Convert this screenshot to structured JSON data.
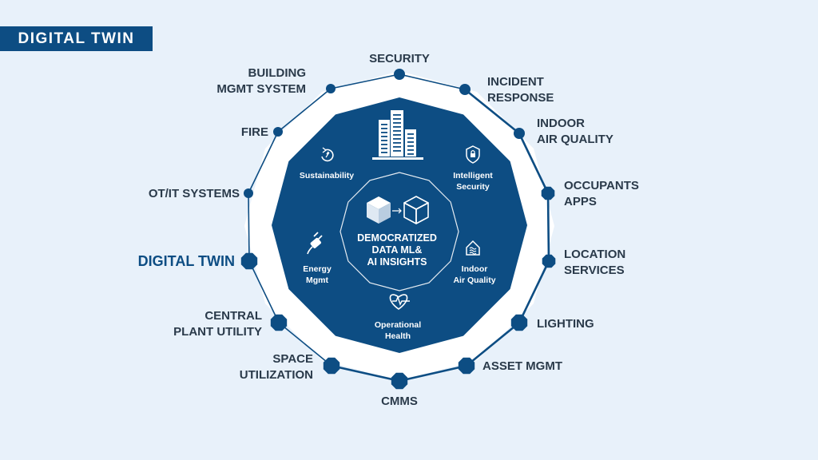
{
  "banner": {
    "title": "DIGITAL TWIN"
  },
  "colors": {
    "navy": "#0d4d83",
    "background": "#e8f1fa",
    "label": "#2a3a4a",
    "white": "#ffffff"
  },
  "center": {
    "lines": [
      "DEMOCRATIZED",
      "DATA ML&",
      "AI INSIGHTS"
    ],
    "icon": "cube-transform-icon"
  },
  "inner_items": [
    {
      "icon": "recycle-icon",
      "lines": [
        "Sustainability"
      ]
    },
    {
      "icon": "shield-lock-icon",
      "lines": [
        "Intelligent",
        "Security"
      ]
    },
    {
      "icon": "plug-icon",
      "lines": [
        "Energy",
        "Mgmt"
      ]
    },
    {
      "icon": "home-air-icon",
      "lines": [
        "Indoor",
        "Air Quality"
      ]
    },
    {
      "icon": "heart-pulse-icon",
      "lines": [
        "Operational",
        "Health"
      ]
    }
  ],
  "outer_nodes": [
    {
      "lines": [
        "SECURITY"
      ],
      "marker": "circle"
    },
    {
      "lines": [
        "INCIDENT",
        "RESPONSE"
      ],
      "marker": "circle"
    },
    {
      "lines": [
        "INDOOR",
        "AIR QUALITY"
      ],
      "marker": "circle"
    },
    {
      "lines": [
        "OCCUPANTS",
        "APPS"
      ],
      "marker": "octagon"
    },
    {
      "lines": [
        "LOCATION",
        "SERVICES"
      ],
      "marker": "octagon"
    },
    {
      "lines": [
        "LIGHTING"
      ],
      "marker": "octagon"
    },
    {
      "lines": [
        "ASSET MGMT"
      ],
      "marker": "octagon"
    },
    {
      "lines": [
        "CMMS"
      ],
      "marker": "octagon"
    },
    {
      "lines": [
        "SPACE",
        "UTILIZATION"
      ],
      "marker": "octagon"
    },
    {
      "lines": [
        "CENTRAL",
        "PLANT UTILITY"
      ],
      "marker": "octagon"
    },
    {
      "lines": [
        "DIGITAL TWIN"
      ],
      "marker": "octagon",
      "accent": true
    },
    {
      "lines": [
        "OT/IT SYSTEMS"
      ],
      "marker": "circle"
    },
    {
      "lines": [
        "FIRE"
      ],
      "marker": "circle"
    },
    {
      "lines": [
        "BUILDING",
        "MGMT SYSTEM"
      ],
      "marker": "circle"
    }
  ]
}
